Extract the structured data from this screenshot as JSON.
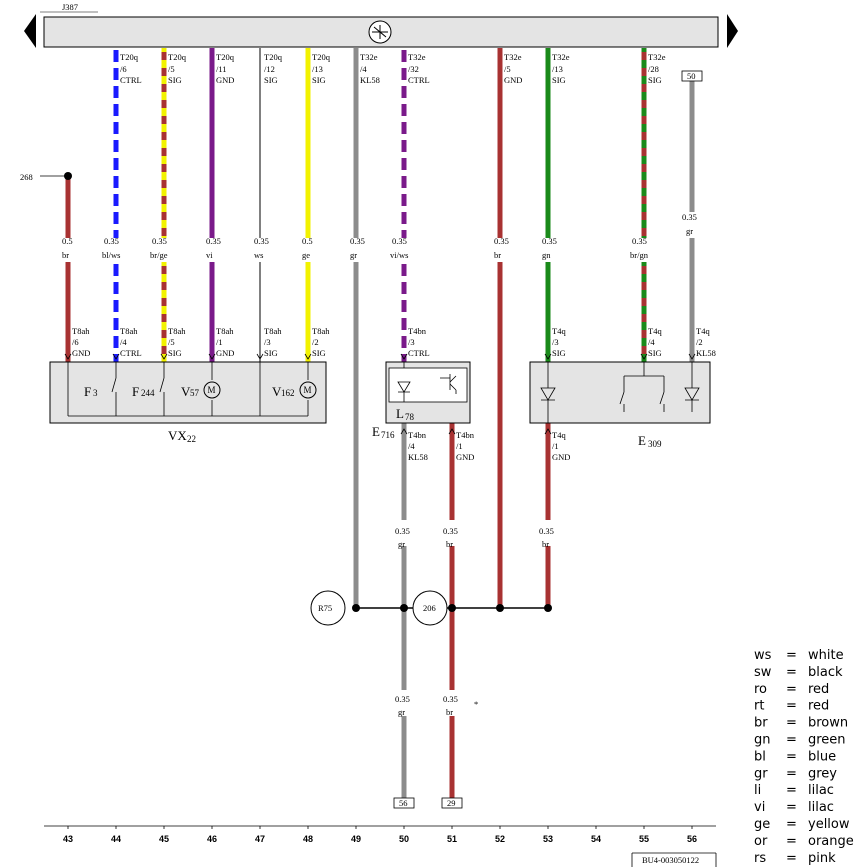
{
  "header": {
    "unit": "J387"
  },
  "wires": [
    {
      "key": "w68",
      "color1": "#a83232",
      "color2": "",
      "cs": "0.5",
      "code": "br",
      "top": "",
      "conn": "T8ah",
      "pin": "/6",
      "sig": "GND"
    },
    {
      "key": "w116",
      "color1": "#1a1aff",
      "color2": "#ffffff",
      "cs": "0.35",
      "code": "bl/ws",
      "top_conn": "T20q",
      "top_pin": "/6",
      "top_sig": "CTRL",
      "conn": "T8ah",
      "pin": "/4",
      "sig": "CTRL"
    },
    {
      "key": "w164",
      "color1": "#a83232",
      "color2": "#f2f200",
      "cs": "0.35",
      "code": "br/ge",
      "top_conn": "T20q",
      "top_pin": "/5",
      "top_sig": "SIG",
      "conn": "T8ah",
      "pin": "/5",
      "sig": "SIG"
    },
    {
      "key": "w212",
      "color1": "#7a1a8a",
      "color2": "",
      "cs": "0.35",
      "code": "vi",
      "top_conn": "T20q",
      "top_pin": "/11",
      "top_sig": "GND",
      "conn": "T8ah",
      "pin": "/1",
      "sig": "GND"
    },
    {
      "key": "w260",
      "color1": "#000000",
      "color2": "",
      "cs": "0.35",
      "code": "ws",
      "top_conn": "T20q",
      "top_pin": "/12",
      "top_sig": "SIG",
      "conn": "T8ah",
      "pin": "/3",
      "sig": "SIG"
    },
    {
      "key": "w308",
      "color1": "#f2f200",
      "color2": "",
      "cs": "0.5",
      "code": "ge",
      "top_conn": "T20q",
      "top_pin": "/13",
      "top_sig": "SIG",
      "conn": "T8ah",
      "pin": "/2",
      "sig": "SIG"
    },
    {
      "key": "w356",
      "color1": "#8c8c8c",
      "color2": "",
      "cs": "0.35",
      "code": "gr",
      "top_conn": "T32e",
      "top_pin": "/4",
      "top_sig": "KL58"
    },
    {
      "key": "w404",
      "color1": "#7a1a8a",
      "color2": "#ffffff",
      "cs": "0.35",
      "code": "vi/ws",
      "top_conn": "T32e",
      "top_pin": "/32",
      "top_sig": "CTRL",
      "conn": "T4bn",
      "pin": "/3",
      "sig": "CTRL"
    },
    {
      "key": "w500",
      "color1": "#a83232",
      "color2": "",
      "cs": "0.35",
      "code": "br",
      "top_conn": "T32e",
      "top_pin": "/5",
      "top_sig": "GND"
    },
    {
      "key": "w548",
      "color1": "#1a8a1a",
      "color2": "",
      "cs": "0.35",
      "code": "gn",
      "top_conn": "T32e",
      "top_pin": "/13",
      "top_sig": "SIG",
      "conn": "T4q",
      "pin": "/3",
      "sig": "SIG"
    },
    {
      "key": "w644",
      "color1": "#a83232",
      "color2": "#1a8a1a",
      "cs": "0.35",
      "code": "br/gn",
      "top_conn": "T32e",
      "top_pin": "/28",
      "top_sig": "SIG",
      "conn": "T4q",
      "pin": "/4",
      "sig": "SIG"
    },
    {
      "key": "w692",
      "color1": "#8c8c8c",
      "color2": "",
      "cs": "0.35",
      "code": "gr",
      "conn": "T4q",
      "pin": "/2",
      "sig": "KL58"
    }
  ],
  "labels": {
    "ref268": "268",
    "ref50": "50",
    "ref56": "56",
    "ref29": "29",
    "vx22_main": "VX",
    "vx22_sub": "22",
    "f3_main": "F",
    "f3_sub": "3",
    "f244_main": "F",
    "f244_sub": "244",
    "v57_main": "V",
    "v57_sub": "57",
    "v162_main": "V",
    "v162_sub": "162",
    "l78_main": "L",
    "l78_sub": "78",
    "e716_main": "E",
    "e716_sub": "716",
    "e309_main": "E",
    "e309_sub": "309",
    "r75": "R75",
    "s206": "206",
    "asterisk": "*",
    "motor_m": "M",
    "docnum": "BU4-003050122",
    "lower_404_conn": "T4bn",
    "lower_404_pin": "/4",
    "lower_404_sig": "KL58",
    "lower_452_conn": "T4bn",
    "lower_452_pin": "/1",
    "lower_452_sig": "GND",
    "lower_548_conn": "T4q",
    "lower_548_pin": "/1",
    "lower_548_sig": "GND",
    "lower_404_cs": "0.35",
    "lower_404_code": "gr",
    "lower_452_cs": "0.35",
    "lower_452_code": "br",
    "lower_548_cs": "0.35",
    "lower_548_code": "br",
    "bot_404_cs": "0.35",
    "bot_404_code": "gr",
    "bot_452_cs": "0.35",
    "bot_452_code": "br",
    "w692_cs": "0.35",
    "w692_code": "gr"
  },
  "columns": [
    "43",
    "44",
    "45",
    "46",
    "47",
    "48",
    "49",
    "50",
    "51",
    "52",
    "53",
    "54",
    "55",
    "56"
  ],
  "legend": [
    {
      "code": "ws",
      "eq": "=",
      "name": "white"
    },
    {
      "code": "sw",
      "eq": "=",
      "name": "black"
    },
    {
      "code": "ro",
      "eq": "=",
      "name": "red"
    },
    {
      "code": "rt",
      "eq": "=",
      "name": "red"
    },
    {
      "code": "br",
      "eq": "=",
      "name": "brown"
    },
    {
      "code": "gn",
      "eq": "=",
      "name": "green"
    },
    {
      "code": "bl",
      "eq": "=",
      "name": "blue"
    },
    {
      "code": "gr",
      "eq": "=",
      "name": "grey"
    },
    {
      "code": "li",
      "eq": "=",
      "name": "lilac"
    },
    {
      "code": "vi",
      "eq": "=",
      "name": "lilac"
    },
    {
      "code": "ge",
      "eq": "=",
      "name": "yellow"
    },
    {
      "code": "or",
      "eq": "=",
      "name": "orange"
    },
    {
      "code": "rs",
      "eq": "=",
      "name": "pink"
    }
  ]
}
